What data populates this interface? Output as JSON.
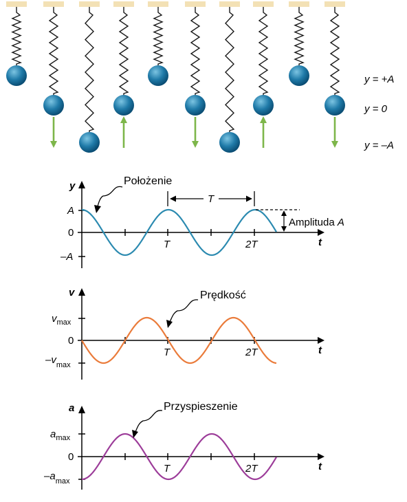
{
  "colors": {
    "mount": "#f3e1b5",
    "spring": "#1a1a1a",
    "ball_light": "#5fb0d3",
    "ball_dark": "#0b5a86",
    "arrow": "#7db64a",
    "position_curve": "#2b8ab0",
    "velocity_curve": "#ea7b3a",
    "accel_curve": "#9c3c99",
    "axis": "#000000"
  },
  "springs": [
    {
      "state": "top",
      "arrow": "none"
    },
    {
      "state": "middle",
      "arrow": "down"
    },
    {
      "state": "bottom",
      "arrow": "none"
    },
    {
      "state": "middle",
      "arrow": "up"
    },
    {
      "state": "top",
      "arrow": "none"
    },
    {
      "state": "middle",
      "arrow": "down"
    },
    {
      "state": "bottom",
      "arrow": "none"
    },
    {
      "state": "middle",
      "arrow": "up"
    },
    {
      "state": "top",
      "arrow": "none"
    },
    {
      "state": "middle",
      "arrow": "down"
    }
  ],
  "levels": {
    "top": "y = +A",
    "middle": "y = 0",
    "bottom": "y = –A"
  },
  "graphs": {
    "position": {
      "axis_label": "y",
      "time_label": "t",
      "ticks": {
        "pos": "A",
        "zero": "0",
        "neg": "–A"
      },
      "t_ticks": [
        "T",
        "2T"
      ],
      "callout": "Położenie",
      "period_label": "T",
      "amplitude_label": "Amplituda ",
      "amplitude_symbol": "A"
    },
    "velocity": {
      "axis_label": "v",
      "time_label": "t",
      "ticks": {
        "pos_base": "v",
        "pos_sub": "max",
        "zero": "0",
        "neg_base": "–v",
        "neg_sub": "max"
      },
      "t_ticks": [
        "T",
        "2T"
      ],
      "callout": "Prędkość"
    },
    "acceleration": {
      "axis_label": "a",
      "time_label": "t",
      "ticks": {
        "pos_base": "a",
        "pos_sub": "max",
        "zero": "0",
        "neg_base": "–a",
        "neg_sub": "max"
      },
      "t_ticks": [
        "T",
        "2T"
      ],
      "callout": "Przyspieszenie"
    }
  }
}
